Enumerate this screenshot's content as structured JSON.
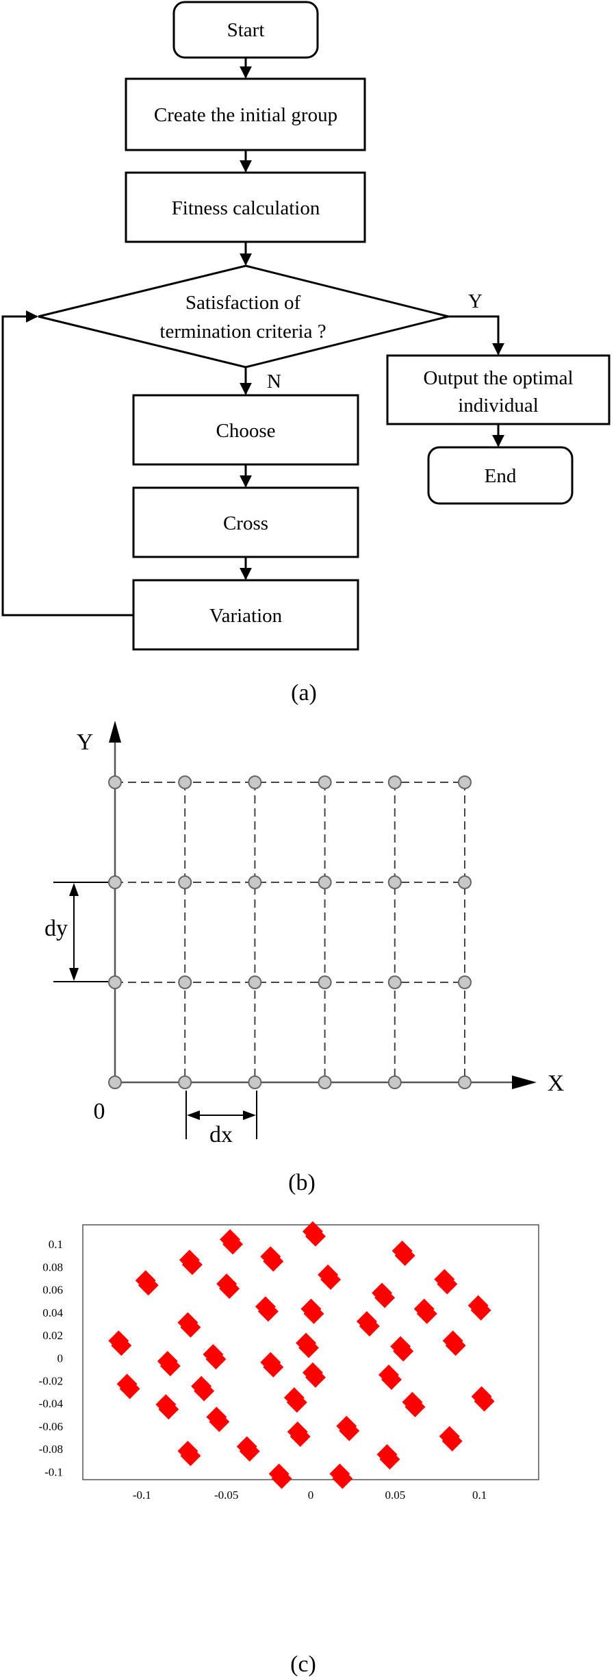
{
  "flowchart": {
    "start": "Start",
    "create_group": "Create the initial group",
    "fitness": "Fitness calculation",
    "decision_line1": "Satisfaction of",
    "decision_line2": "termination criteria ?",
    "yes_label": "Y",
    "no_label": "N",
    "output_line1": "Output the optimal",
    "output_line2": "individual",
    "end": "End",
    "choose": "Choose",
    "cross": "Cross",
    "variation": "Variation",
    "caption": "(a)"
  },
  "grid_diagram": {
    "y_axis_label": "Y",
    "x_axis_label": "X",
    "origin_label": "0",
    "dy_label": "dy",
    "dx_label": "dx",
    "columns": 6,
    "rows": 4,
    "caption": "(b)"
  },
  "chart_data": {
    "type": "scatter",
    "marker_color": "#ff0000",
    "xlim": [
      -0.135,
      0.135
    ],
    "ylim": [
      -0.107,
      0.117
    ],
    "x_ticks": [
      {
        "value": -0.1,
        "label": "-0.1"
      },
      {
        "value": -0.05,
        "label": "-0.05"
      },
      {
        "value": 0,
        "label": "0"
      },
      {
        "value": 0.05,
        "label": "0.05"
      },
      {
        "value": 0.1,
        "label": "0.1"
      }
    ],
    "y_ticks": [
      {
        "value": 0.1,
        "label": "0.1"
      },
      {
        "value": 0.08,
        "label": "0.08"
      },
      {
        "value": 0.06,
        "label": "0.06"
      },
      {
        "value": 0.04,
        "label": "0.04"
      },
      {
        "value": 0.02,
        "label": "0.02"
      },
      {
        "value": 0,
        "label": "0"
      },
      {
        "value": -0.02,
        "label": "-0.02"
      },
      {
        "value": -0.04,
        "label": "-0.04"
      },
      {
        "value": -0.06,
        "label": "-0.06"
      },
      {
        "value": -0.08,
        "label": "-0.08"
      },
      {
        "value": -0.1,
        "label": "-0.1"
      }
    ],
    "points": [
      {
        "x": 0.002,
        "y": 0.109
      },
      {
        "x": -0.047,
        "y": 0.102
      },
      {
        "x": 0.055,
        "y": 0.092
      },
      {
        "x": -0.071,
        "y": 0.084
      },
      {
        "x": -0.023,
        "y": 0.087
      },
      {
        "x": 0.011,
        "y": 0.071
      },
      {
        "x": 0.08,
        "y": 0.067
      },
      {
        "x": -0.097,
        "y": 0.066
      },
      {
        "x": -0.049,
        "y": 0.063
      },
      {
        "x": 0.043,
        "y": 0.055
      },
      {
        "x": 0.1,
        "y": 0.044
      },
      {
        "x": -0.026,
        "y": 0.043
      },
      {
        "x": 0.001,
        "y": 0.041
      },
      {
        "x": 0.068,
        "y": 0.041
      },
      {
        "x": -0.072,
        "y": 0.029
      },
      {
        "x": 0.034,
        "y": 0.03
      },
      {
        "x": -0.113,
        "y": 0.013
      },
      {
        "x": 0.085,
        "y": 0.013
      },
      {
        "x": -0.002,
        "y": 0.011
      },
      {
        "x": 0.054,
        "y": 0.008
      },
      {
        "x": -0.057,
        "y": 0.001
      },
      {
        "x": -0.084,
        "y": -0.005
      },
      {
        "x": -0.023,
        "y": -0.006
      },
      {
        "x": 0.002,
        "y": -0.015
      },
      {
        "x": 0.047,
        "y": -0.017
      },
      {
        "x": -0.108,
        "y": -0.025
      },
      {
        "x": -0.064,
        "y": -0.027
      },
      {
        "x": -0.009,
        "y": -0.037
      },
      {
        "x": 0.061,
        "y": -0.041
      },
      {
        "x": 0.102,
        "y": -0.036
      },
      {
        "x": -0.085,
        "y": -0.043
      },
      {
        "x": -0.055,
        "y": -0.054
      },
      {
        "x": 0.022,
        "y": -0.062
      },
      {
        "x": -0.007,
        "y": -0.067
      },
      {
        "x": 0.083,
        "y": -0.071
      },
      {
        "x": -0.037,
        "y": -0.08
      },
      {
        "x": -0.072,
        "y": -0.084
      },
      {
        "x": 0.046,
        "y": -0.087
      },
      {
        "x": -0.018,
        "y": -0.104
      },
      {
        "x": 0.018,
        "y": -0.104
      }
    ],
    "caption": "(c)"
  }
}
